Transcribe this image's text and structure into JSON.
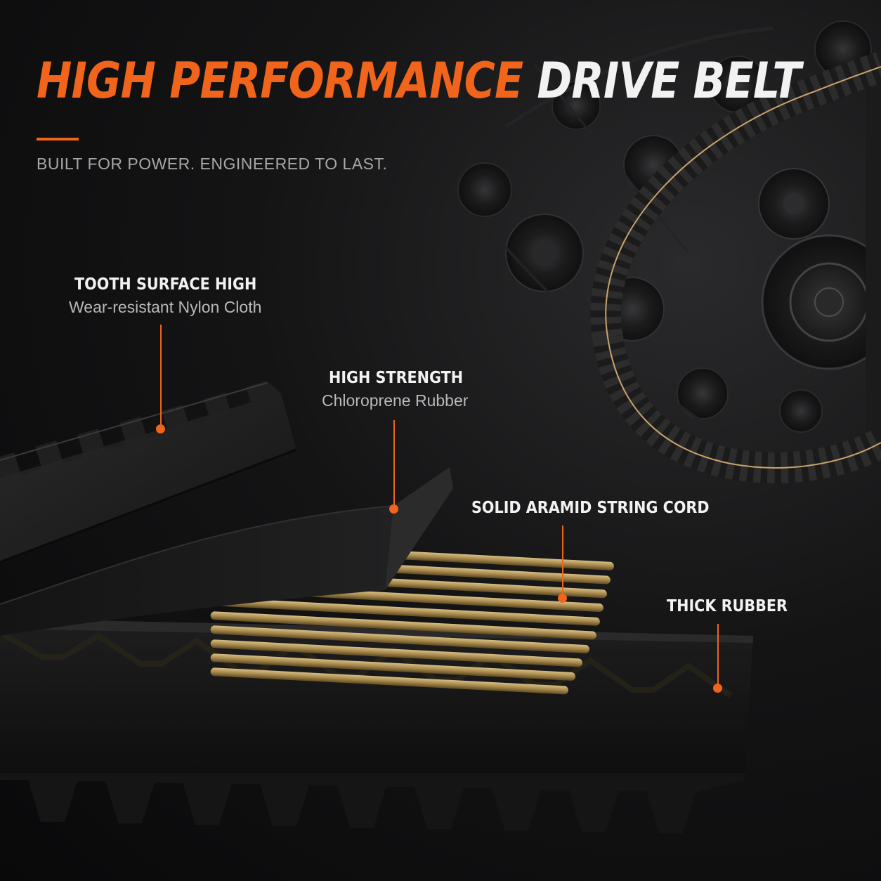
{
  "headline": {
    "accent_text": "HIGH PERFORMANCE",
    "plain_text": "DRIVE BELT"
  },
  "tagline": "BUILT FOR POWER. ENGINEERED TO LAST.",
  "callouts": [
    {
      "title": "TOOTH SURFACE HIGH",
      "subtitle": "Wear-resistant Nylon Cloth"
    },
    {
      "title": "HIGH STRENGTH",
      "subtitle": "Chloroprene Rubber"
    },
    {
      "title": "SOLID ARAMID STRING CORD"
    },
    {
      "title": "THICK RUBBER"
    }
  ],
  "colors": {
    "accent": "#f0641c",
    "background": "#0b0b0c",
    "aramid_cord": "#b89a5a",
    "rubber": "#1c1c1d"
  },
  "icons": [
    "callout-dot-icon"
  ]
}
